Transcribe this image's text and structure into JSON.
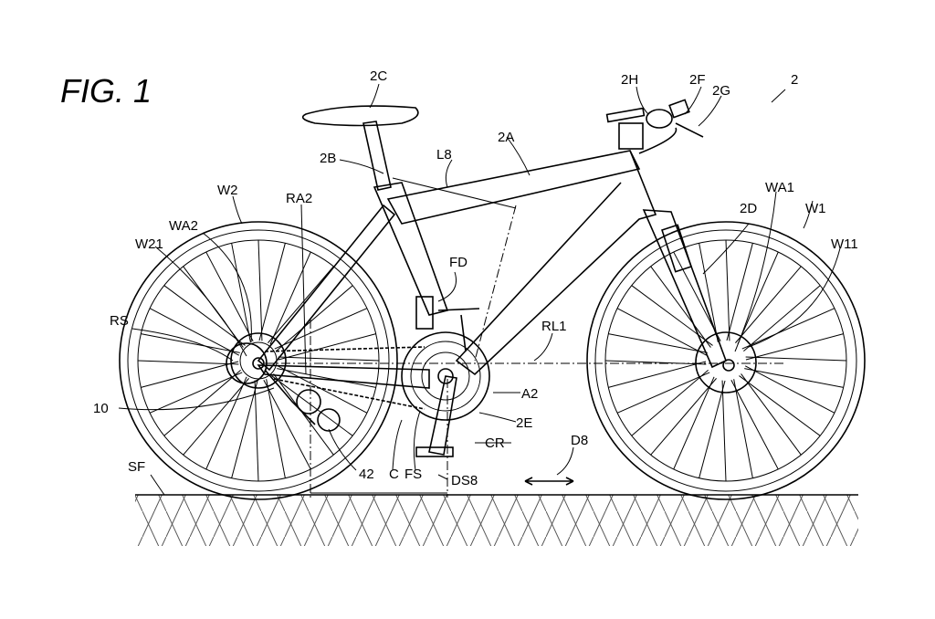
{
  "figure_title": "FIG. 1",
  "labels": {
    "bicycle": "2",
    "saddle": "2C",
    "handlebar_stem": "2H",
    "handlebar": "2F",
    "operating_device": "2G",
    "frame": "2A",
    "seatpost": "2B",
    "length": "L8",
    "rear_wheel": "W2",
    "rear_axis": "RA2",
    "rear_hub_axle": "WA2",
    "rear_hub": "W21",
    "front_hub_axle": "WA1",
    "front_wheel": "W1",
    "front_fork": "2D",
    "front_hub": "W11",
    "front_derailleur": "FD",
    "rear_sprocket": "RS",
    "reference_line": "RL1",
    "derailleur": "10",
    "crank_axis": "A2",
    "drive_train": "2E",
    "crank": "CR",
    "direction": "D8",
    "ground_surface": "SF",
    "pulley": "42",
    "chain": "C",
    "front_sprocket": "FS",
    "distance": "DS8"
  }
}
